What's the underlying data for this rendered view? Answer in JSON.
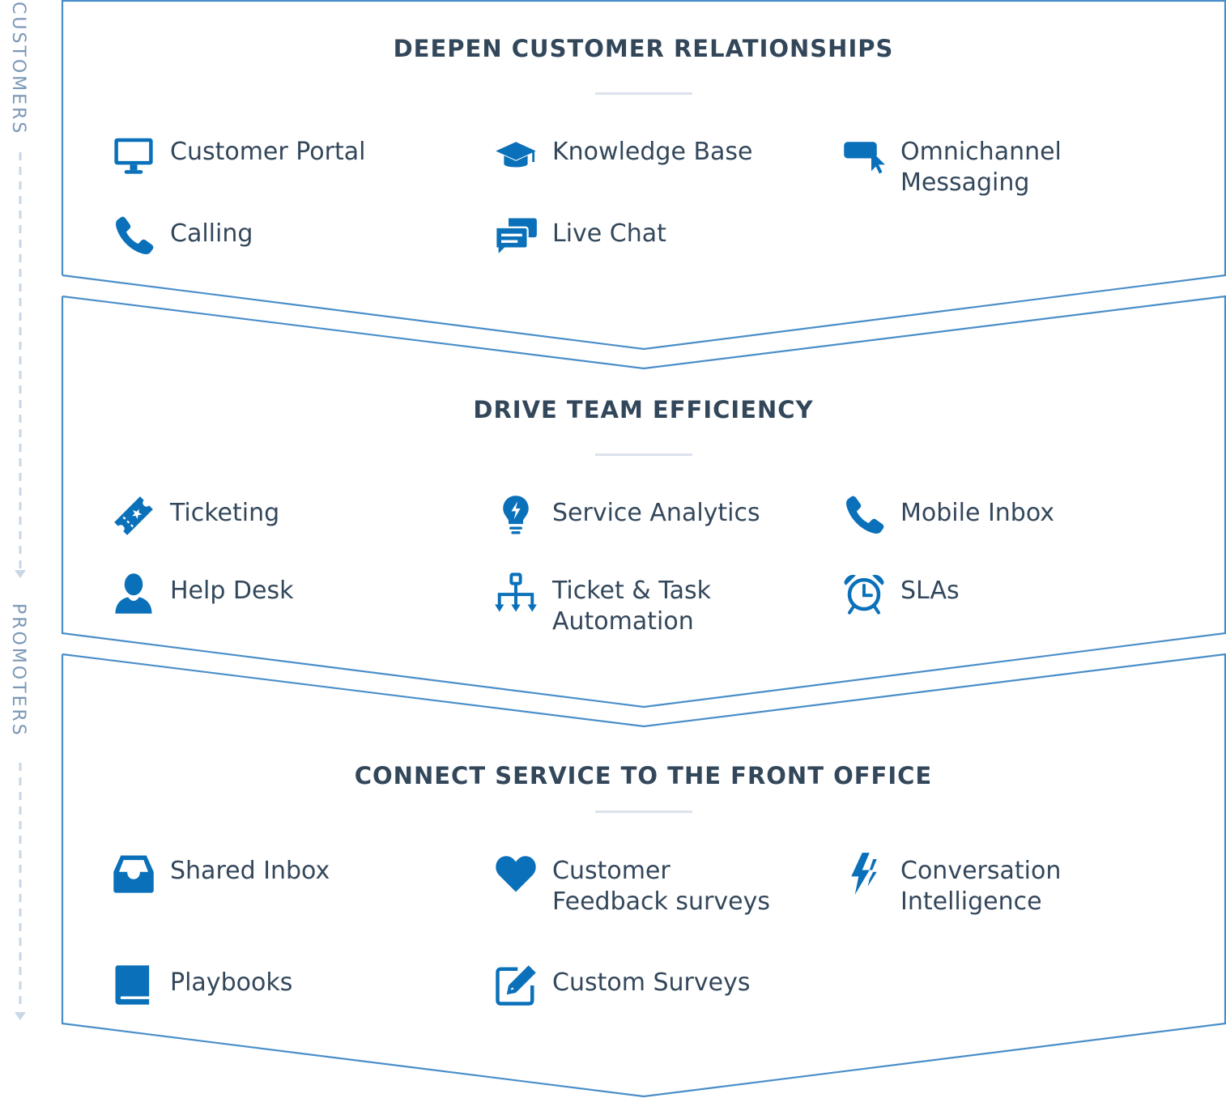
{
  "side_labels": {
    "start": "CUSTOMERS",
    "end": "PROMOTERS"
  },
  "colors": {
    "accent": "#0a70b9",
    "outline": "#4a8ec9",
    "title_text": "#33475b",
    "side_text": "#7c98b6"
  },
  "stages": [
    {
      "title": "DEEPEN CUSTOMER RELATIONSHIPS",
      "features": [
        {
          "label": "Customer Portal",
          "icon": "monitor-icon"
        },
        {
          "label": "Knowledge Base",
          "icon": "graduation-cap-icon"
        },
        {
          "label": "Omnichannel\nMessaging",
          "icon": "message-cursor-icon"
        },
        {
          "label": "Calling",
          "icon": "phone-icon"
        },
        {
          "label": "Live Chat",
          "icon": "chat-bubbles-icon"
        }
      ]
    },
    {
      "title": "DRIVE TEAM EFFICIENCY",
      "features": [
        {
          "label": "Ticketing",
          "icon": "ticket-icon"
        },
        {
          "label": "Service Analytics",
          "icon": "lightbulb-icon"
        },
        {
          "label": "Mobile Inbox",
          "icon": "phone-icon"
        },
        {
          "label": "Help Desk",
          "icon": "person-icon"
        },
        {
          "label": "Ticket & Task\nAutomation",
          "icon": "workflow-icon"
        },
        {
          "label": "SLAs",
          "icon": "alarm-clock-icon"
        }
      ]
    },
    {
      "title": "CONNECT SERVICE TO THE FRONT OFFICE",
      "features": [
        {
          "label": "Shared Inbox",
          "icon": "inbox-tray-icon"
        },
        {
          "label": "Customer\nFeedback surveys",
          "icon": "heart-icon"
        },
        {
          "label": "Conversation\nIntelligence",
          "icon": "lightning-icon"
        },
        {
          "label": "Playbooks",
          "icon": "book-icon"
        },
        {
          "label": "Custom Surveys",
          "icon": "edit-icon"
        }
      ]
    }
  ]
}
